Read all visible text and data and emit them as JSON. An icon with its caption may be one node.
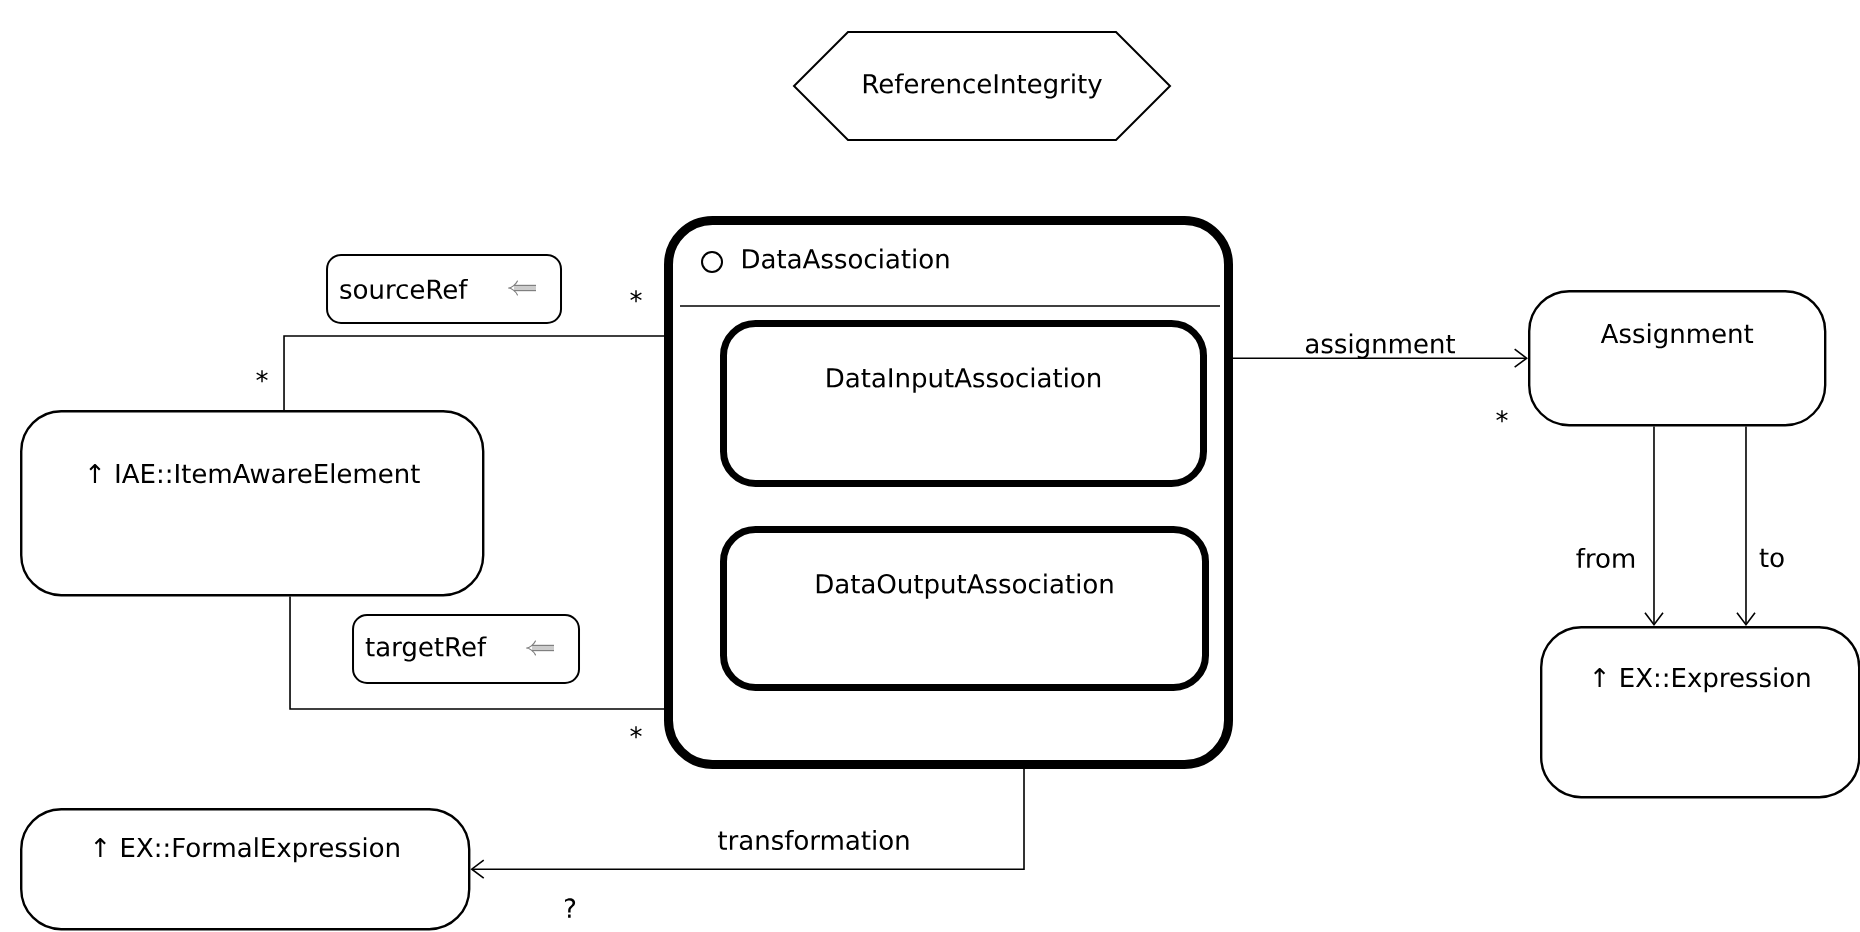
{
  "diagram": {
    "nodes": [
      {
        "text": [
          "ReferenceIntegrity"
        ]
      },
      {
        "text": [
          "DataAssociation"
        ]
      },
      {
        "text": [
          "DataInputAssociation"
        ],
        "in": 1
      },
      {
        "text": [
          "DataOutputAssociation"
        ],
        "in": 1
      },
      {
        "text": [
          "↑ IAE::ItemAwareElement"
        ]
      },
      {
        "text": [
          "Assignment"
        ]
      },
      {
        "text": [
          "↑ EX::Expression"
        ]
      },
      {
        "text": [
          "↑ EX::FormalExpression"
        ]
      }
    ],
    "edges": [
      {
        "from": 1,
        "to": 4,
        "arrow": "none",
        "label": "sourceRef"
      },
      {
        "from": 1,
        "to": 4,
        "arrow": "none",
        "label": "targetRef"
      },
      {
        "from": 1,
        "to": 5,
        "arrow": "to",
        "label": "assignment"
      },
      {
        "from": 5,
        "to": 6,
        "arrow": "to",
        "label": "from"
      },
      {
        "from": 5,
        "to": 6,
        "arrow": "to",
        "label": "to"
      },
      {
        "from": 1,
        "to": 7,
        "arrow": "to",
        "label": "transformation"
      }
    ],
    "labels": [
      "*",
      "*",
      "*",
      "*",
      "?"
    ]
  }
}
